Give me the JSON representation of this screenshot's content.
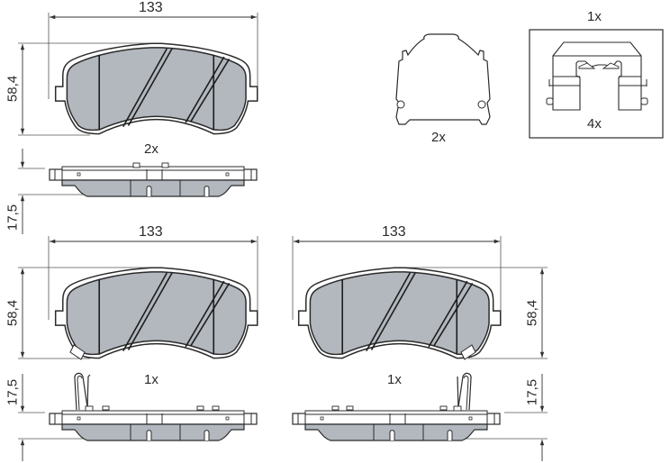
{
  "drawing": {
    "title": "Brake pad set technical drawing",
    "colors": {
      "line": "#2b2b2b",
      "friction_fill": "#b3b8bf",
      "backing_fill": "#ffffff",
      "dimension_line": "#3a3a3a"
    },
    "pad_top": {
      "width_dim": "133",
      "height_dim": "58,4",
      "quantity": "2x",
      "thickness_dim": "17,5"
    },
    "pad_bottom_left": {
      "width_dim": "133",
      "height_dim": "58,4",
      "quantity": "1x",
      "thickness_dim": "17,5",
      "has_wear_sensor": true
    },
    "pad_bottom_right": {
      "width_dim": "133",
      "height_dim": "58,4",
      "quantity": "1x",
      "thickness_dim": "17,5",
      "has_wear_sensor": true
    },
    "shim": {
      "quantity": "2x"
    },
    "accessory_kit": {
      "box_quantity": "1x",
      "clip_quantity": "4x"
    }
  }
}
